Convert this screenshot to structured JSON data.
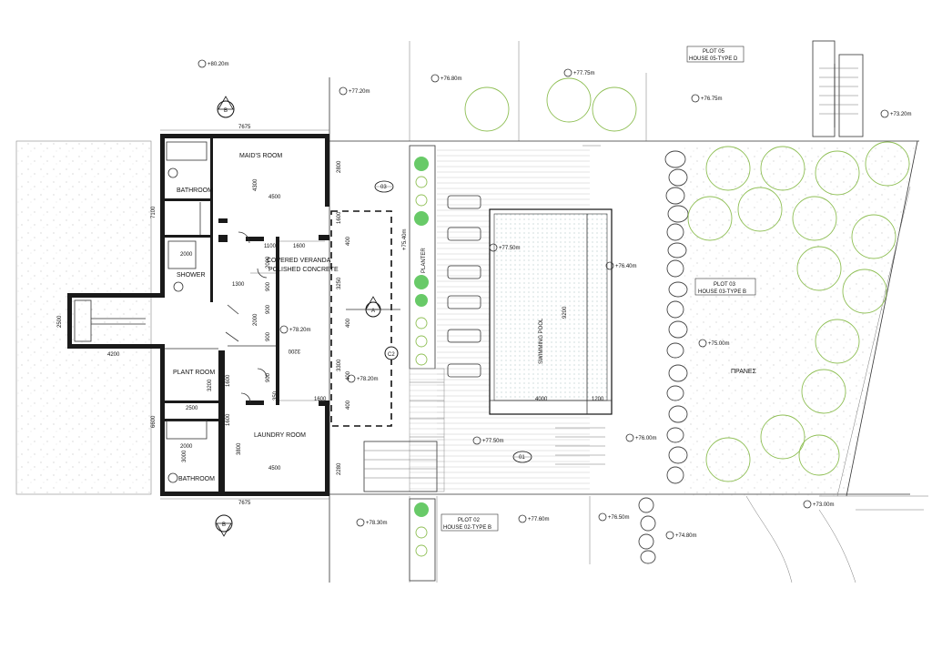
{
  "rooms": {
    "maids_room": "MAID'S ROOM",
    "bathroom_top": "BATHROOM",
    "shower": "SHOWER",
    "covered_veranda": "COVERED VERANDA",
    "polished_concrete": "POLISHED CONCRETE",
    "plant_room": "PLANT ROOM",
    "laundry_room": "LAUNDRY ROOM",
    "bathroom_bottom": "BATHROOM",
    "planter": "PLANTER",
    "swimming_pool": "SWIMMING POOL",
    "slope_label": "ΠΡΑΝΕΣ"
  },
  "plots": {
    "plot05": {
      "line1": "PLOT 05",
      "line2": "HOUSE 05-TYPE D"
    },
    "plot03": {
      "line1": "PLOT 03",
      "line2": "HOUSE 03-TYPE B"
    },
    "plot02": {
      "line1": "PLOT 02",
      "line2": "HOUSE 02-TYPE B"
    }
  },
  "levels": [
    "+80.20m",
    "+77.20m",
    "+76.80m",
    "+77.75m",
    "+76.75m",
    "+73.20m",
    "+75.40m",
    "+77.50m",
    "+76.40m",
    "+78.20m",
    "+75.00m",
    "+78.20m",
    "+77.50m",
    "+76.00m",
    "+78.30m",
    "+77.60m",
    "+76.50m",
    "+74.80m",
    "+73.00m"
  ],
  "dimensions": [
    "7675",
    "2800",
    "4300",
    "4500",
    "7100",
    "1600",
    "1100",
    "1600",
    "400",
    "2000",
    "1300",
    "2000",
    "900",
    "900",
    "2000",
    "3250",
    "400",
    "400",
    "2500",
    "4200",
    "3200",
    "900",
    "1600",
    "900",
    "3300",
    "400",
    "2500",
    "1600",
    "3200",
    "350",
    "1600",
    "6600",
    "2000",
    "3800",
    "3000",
    "4500",
    "2280",
    "7675",
    "9200",
    "4000",
    "1200"
  ],
  "section_markers": {
    "top_b": "B",
    "bottom_b": "B",
    "a": "A",
    "c": "C2",
    "n03": "03",
    "n01": "01"
  }
}
